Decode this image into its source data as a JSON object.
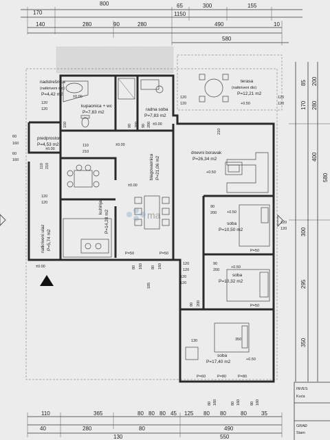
{
  "top_dims": {
    "row0": [
      "800"
    ],
    "row1": [
      "170",
      "65",
      "300",
      "155"
    ],
    "row2": [
      "1150"
    ],
    "row3": [
      "140",
      "280",
      "90",
      "280",
      "490",
      "10"
    ],
    "row4": [
      "580"
    ]
  },
  "bottom_dims": {
    "row1": [
      "110",
      "365",
      "80",
      "80",
      "80",
      "45",
      "125",
      "80",
      "80",
      "80",
      "35"
    ],
    "row2": [
      "40",
      "280",
      "80",
      "490"
    ],
    "row3": [
      "130",
      "550"
    ]
  },
  "right_dims": [
    "85",
    "170",
    "200",
    "280",
    "400",
    "580",
    "300",
    "295",
    "350"
  ],
  "rooms": [
    {
      "name": "nadstrešnica",
      "sub": "(natkriveni dio)",
      "area": "P=4,42 m2"
    },
    {
      "name": "kupaonica + wc",
      "area": "P=7,83 m2"
    },
    {
      "name": "radna soba",
      "area": "P=7,83 m2"
    },
    {
      "name": "terasa",
      "sub": "(natkriveni dio)",
      "area": "P=12,21 m2"
    },
    {
      "name": "predprostor",
      "area": "P=4,53 m2"
    },
    {
      "name": "dnevni boravak",
      "area": "P=26,34 m2"
    },
    {
      "name": "blagovaonica",
      "area": "P=21,06 m2"
    },
    {
      "name": "kuhinja",
      "area": "P=14,28 m2"
    },
    {
      "name": "natkriveni ulaz",
      "area": "P=5,74 m2"
    },
    {
      "name": "soba",
      "area": "P=10,50 m2"
    },
    {
      "name": "soba",
      "area": "P=10,32 m2"
    },
    {
      "name": "soba",
      "area": "P=17,40 m2"
    }
  ],
  "levels": {
    "zero": "±0.00",
    "terrace": "+0.50",
    "entry": "±0.00"
  },
  "openings": {
    "p120": "120",
    "p60": "60",
    "p160": "160",
    "p90": "90",
    "p200": "200",
    "p210": "210",
    "p110": "110",
    "p100": "100",
    "p80": "80",
    "p50": "P=50",
    "p60s": "P=60",
    "p80s": "P=80",
    "p130": "130",
    "p350": "350",
    "p185": "185",
    "p1": "1",
    "p150": "150",
    "p210b": "210"
  },
  "corner": {
    "line1": "INVES",
    "line2": "Kuća",
    "line3": "GRAĐ",
    "line4": "Stam"
  },
  "watermark": "ma"
}
